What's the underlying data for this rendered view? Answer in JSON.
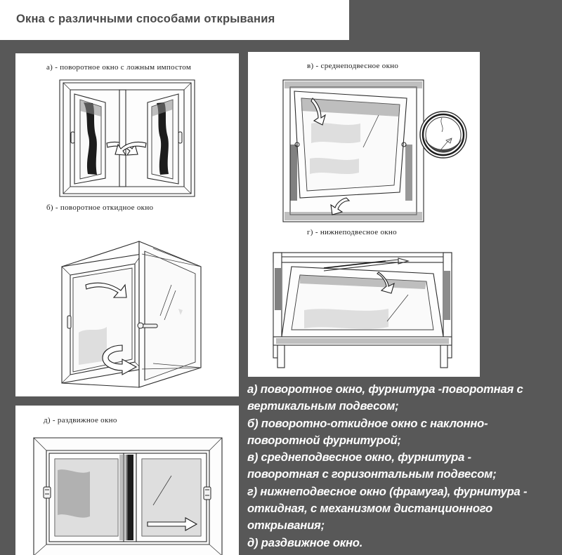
{
  "page": {
    "background_color": "#585858",
    "panel_color": "#ffffff",
    "title_text_color": "#4a4a4a",
    "caption_text_color": "#ffffff"
  },
  "header": {
    "title": "Окна с различными способами открывания"
  },
  "figures": {
    "a": {
      "label": "а)  -   поворотное окно с ложным импостом",
      "panel": "left"
    },
    "b": {
      "label": "б)  -   поворотное откидное окно",
      "panel": "left"
    },
    "v": {
      "label": "в)  - среднеподвесное окно",
      "panel": "right"
    },
    "g": {
      "label": "г)  - нижнеподвесное окно",
      "panel": "right"
    },
    "d": {
      "label": "д)  -  раздвижное окно",
      "panel": "bottom"
    }
  },
  "caption": {
    "lines": [
      "а) поворотное окно, фурнитура -поворотная с",
      "вертикальным подвесом;",
      "б) поворотно-откидное окно с наклонно-",
      "поворотной фурнитурой;",
      "в) среднеподвесное окно, фурнитура -",
      "поворотная с горизонтальным подвесом;",
      "г) нижнеподвесное окно (фрамуга), фурнитура -",
      "откидная, с механизмом дистанционного",
      "открывания;",
      "д) раздвижное окно."
    ]
  }
}
